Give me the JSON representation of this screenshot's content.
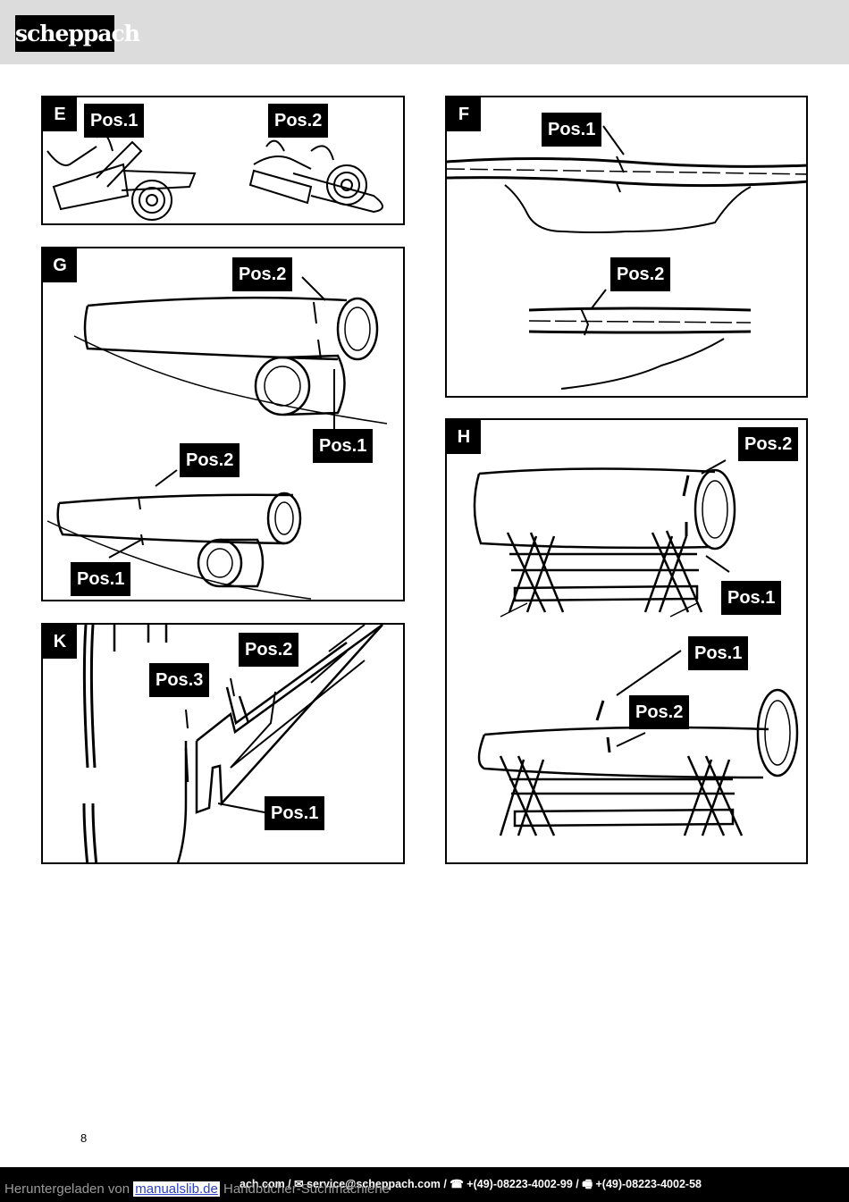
{
  "header": {
    "logo_text": "scheppach"
  },
  "panels": {
    "E": {
      "label": "E",
      "pos1": "Pos.1",
      "pos2": "Pos.2"
    },
    "F": {
      "label": "F",
      "pos1": "Pos.1",
      "pos2": "Pos.2"
    },
    "G": {
      "label": "G",
      "pos2_top": "Pos.2",
      "pos1_top": "Pos.1",
      "pos2_bottom": "Pos.2",
      "pos1_bottom": "Pos.1"
    },
    "H": {
      "label": "H",
      "pos2_top": "Pos.2",
      "pos1_top": "Pos.1",
      "pos1_bottom": "Pos.1",
      "pos2_bottom": "Pos.2"
    },
    "K": {
      "label": "K",
      "pos2": "Pos.2",
      "pos3": "Pos.3",
      "pos1": "Pos.1"
    }
  },
  "page_number": "8",
  "footer": {
    "contact": "ach.com / ✉ service@scheppach.com / ☎ +(49)-08223-4002-99 / 🖷 +(49)-08223-4002-58",
    "download_prefix": "Heruntergeladen von",
    "download_link": "manualslib.de",
    "download_suffix": "Handbücher-Suchmachiene"
  }
}
